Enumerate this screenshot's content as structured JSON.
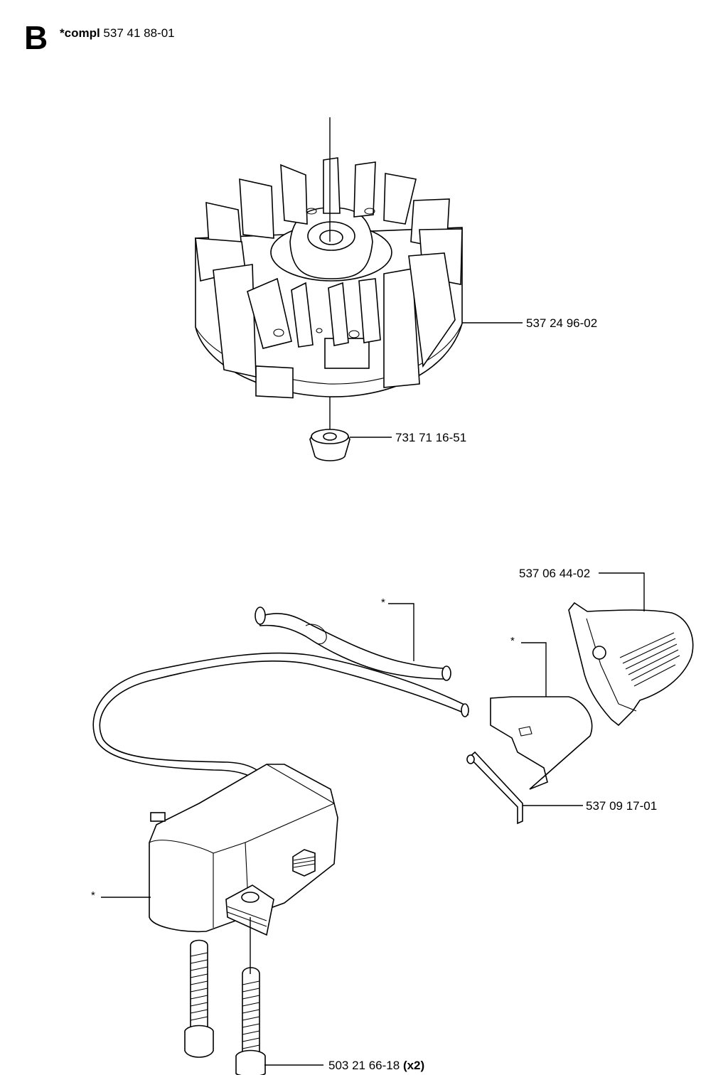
{
  "header": {
    "section_letter": "B",
    "compl_prefix": "*compl",
    "compl_number": "537 41 88-01"
  },
  "callouts": {
    "flywheel": "537 24 96-02",
    "nut": "731 71 16-51",
    "cover_top": "537 06 44-02",
    "cover_plate": "537 09 17-01",
    "screw": "503 21 66-18",
    "screw_qty": "(x2)"
  },
  "asterisks": {
    "fuel_hose": "*",
    "cover_plate": "*",
    "ignition_module": "*"
  }
}
